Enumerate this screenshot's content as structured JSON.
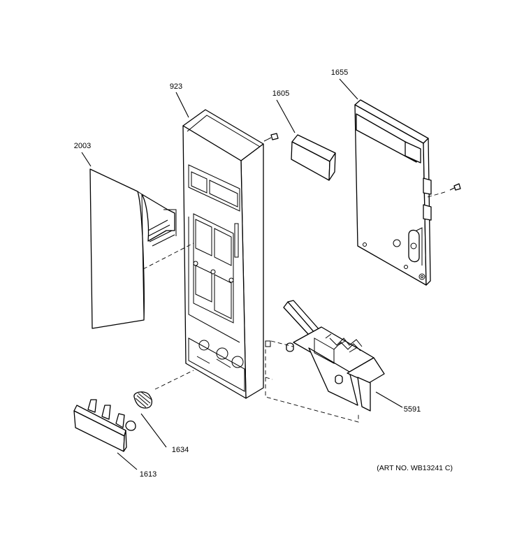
{
  "labels": {
    "p923": "923",
    "p1605": "1605",
    "p1655": "1655",
    "p2003": "2003",
    "p5591": "5591",
    "p1634": "1634",
    "p1613": "1613"
  },
  "art_number": "(ART NO. WB13241 C)"
}
